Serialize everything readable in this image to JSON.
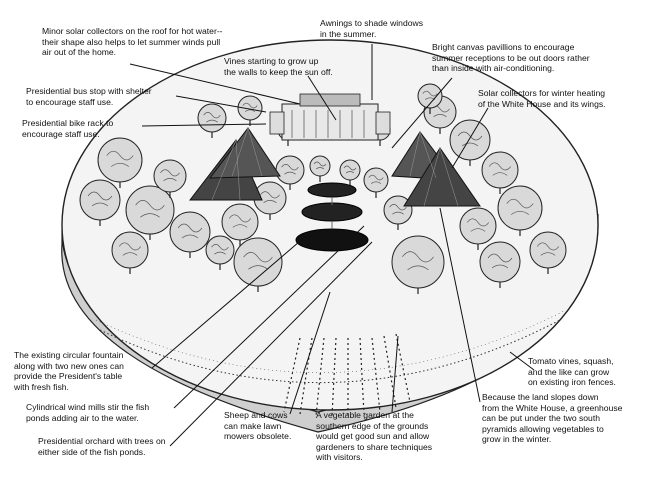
{
  "annotations": [
    {
      "id": "solar-roof",
      "text": "Minor solar collectors on the roof for hot water--\ntheir shape also helps to let summer winds pull\nair out of the home."
    },
    {
      "id": "awnings",
      "text": "Awnings to shade windows\nin the summer."
    },
    {
      "id": "vines-walls",
      "text": "Vines starting to grow up\nthe walls to keep the sun off."
    },
    {
      "id": "canvas-pavilions",
      "text": "Bright canvas pavillions to encourage\nsummer receptions to be out doors rather\nthan inside with air-conditioning."
    },
    {
      "id": "bus-stop",
      "text": "Presidential bus stop with shelter\nto encourage staff use."
    },
    {
      "id": "solar-winter",
      "text": "Solar collectors for winter heating\nof the White House and its wings."
    },
    {
      "id": "bike-rack",
      "text": "Presidential bike rack to\nencourage staff use."
    },
    {
      "id": "fountain",
      "text": "The existing circular fountain\nalong with two new ones can\nprovide the President's table\nwith fresh fish."
    },
    {
      "id": "tomato",
      "text": "Tomato vines, squash,\nand the like can grow\non existing iron fences."
    },
    {
      "id": "wind-mills",
      "text": "Cylindrical wind mills stir the fish\nponds adding air to the water."
    },
    {
      "id": "greenhouse",
      "text": "Because the land slopes down\nfrom the White House, a greenhouse\ncan be put under the two south\npyramids allowing vegetables to\ngrow in the winter."
    },
    {
      "id": "sheep",
      "text": "Sheep and cows\ncan make lawn\nmowers obsolete."
    },
    {
      "id": "garden",
      "text": "A vegetable garden at the\nsouthern edge of the grounds\nwould get good sun and allow\ngardeners to share techniques\nwith visitors."
    },
    {
      "id": "orchard",
      "text": "Presidential orchard with trees on\neither side of the fish ponds."
    }
  ]
}
